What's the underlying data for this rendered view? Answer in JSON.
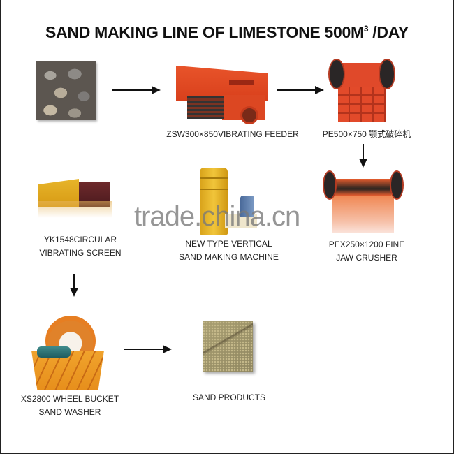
{
  "title": {
    "main": "SAND MAKING LINE OF LIMESTONE 500M",
    "superscript": "3",
    "suffix": " /DAY"
  },
  "steps": [
    {
      "id": "limestone-raw",
      "label_lines": [],
      "image": "limestone-rocks"
    },
    {
      "id": "vibrating-feeder",
      "label_lines": [
        "ZSW300×850VIBRATING FEEDER"
      ],
      "image": "vibrating-feeder-machine"
    },
    {
      "id": "jaw-crusher",
      "label_lines": [
        "PE500×750 颚式破碎机"
      ],
      "image": "jaw-crusher-machine"
    },
    {
      "id": "fine-jaw-crusher",
      "label_lines": [
        "PEX250×1200 FINE",
        "JAW CRUSHER"
      ],
      "image": "fine-jaw-crusher-machine"
    },
    {
      "id": "vertical-sand-maker",
      "label_lines": [
        "NEW TYPE  VERTICAL",
        "SAND MAKING MACHINE"
      ],
      "image": "vertical-sand-making-machine"
    },
    {
      "id": "circular-vibrating-screen",
      "label_lines": [
        "YK1548CIRCULAR",
        "VIBRATING SCREEN"
      ],
      "image": "circular-vibrating-screen-machine"
    },
    {
      "id": "sand-washer",
      "label_lines": [
        "XS2800 WHEEL BUCKET",
        "SAND WASHER"
      ],
      "image": "wheel-bucket-sand-washer"
    },
    {
      "id": "sand-products",
      "label_lines": [
        "SAND PRODUCTS"
      ],
      "image": "sand-pile"
    }
  ],
  "arrows": [
    {
      "from": "limestone-raw",
      "to": "vibrating-feeder",
      "direction": "right"
    },
    {
      "from": "vibrating-feeder",
      "to": "jaw-crusher",
      "direction": "right"
    },
    {
      "from": "jaw-crusher",
      "to": "fine-jaw-crusher",
      "direction": "down"
    },
    {
      "from": "circular-vibrating-screen",
      "to": "sand-washer",
      "direction": "down"
    },
    {
      "from": "sand-washer",
      "to": "sand-products",
      "direction": "right"
    }
  ],
  "watermark": "trade.china.cn",
  "colors": {
    "machine_red": "#e0492a",
    "machine_yellow": "#e7b52a",
    "washer_orange": "#e78f1c",
    "text": "#222222",
    "watermark": "#787878"
  }
}
